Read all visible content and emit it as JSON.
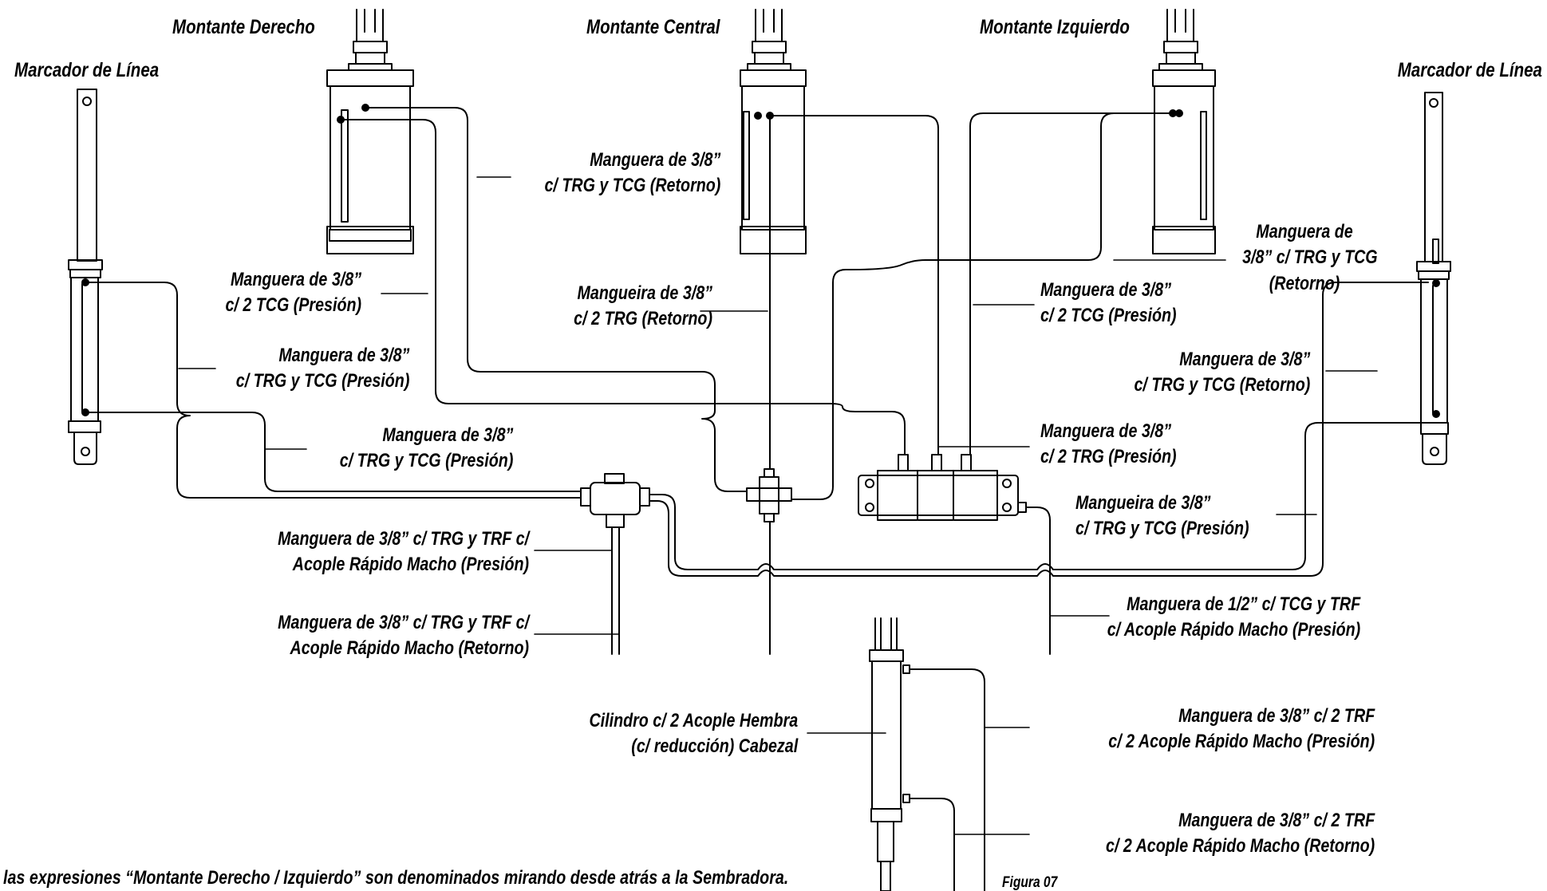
{
  "titles": {
    "marcador_izq": "Marcador de Línea",
    "montante_derecho": "Montante Derecho",
    "montante_central": "Montante Central",
    "montante_izquierdo": "Montante Izquierdo",
    "marcador_der": "Marcador de Línea"
  },
  "labels": {
    "l1": [
      "Manguera de 3/8”",
      "c/ TRG y TCG (Retorno)"
    ],
    "l2": [
      "Manguera de 3/8”",
      "c/ 2 TCG (Presión)"
    ],
    "l3": [
      "Mangueira de 3/8”",
      "c/ 2 TRG (Retorno)"
    ],
    "l4": [
      "Manguera de 3/8”",
      "c/ TRG y TCG (Presión)"
    ],
    "l5": [
      "Manguera de 3/8”",
      "c/ TRG y TCG (Presión)"
    ],
    "l6": [
      "Manguera de",
      "3/8” c/ TRG y TCG",
      "(Retorno)"
    ],
    "l7": [
      "Manguera de 3/8”",
      "c/ 2 TCG (Presión)"
    ],
    "l8": [
      "Manguera de 3/8”",
      "c/ TRG y TCG (Retorno)"
    ],
    "l9": [
      "Manguera de 3/8”",
      "c/ 2 TRG (Presión)"
    ],
    "l10": [
      "Mangueira de 3/8”",
      "c/ TRG y TCG (Presión)"
    ],
    "l11": [
      "Manguera de 3/8” c/ TRG y TRF c/",
      "Acople Rápido Macho (Presión)"
    ],
    "l12": [
      "Manguera de 3/8” c/ TRG y TRF c/",
      "Acople Rápido Macho (Retorno)"
    ],
    "l13": [
      "Manguera de 1/2” c/ TCG y TRF",
      "c/ Acople Rápido Macho (Presión)"
    ],
    "l14": [
      "Cilindro c/ 2 Acople Hembra",
      "(c/ reducción) Cabezal"
    ],
    "l15": [
      "Manguera de 3/8” c/ 2 TRF",
      "c/ 2 Acople Rápido Macho (Presión)"
    ],
    "l16": [
      "Manguera de 3/8” c/ 2 TRF",
      "c/ 2 Acople Rápido Macho (Retorno)"
    ]
  },
  "footnote": "las expresiones “Montante Derecho / Izquierdo” son denominados mirando desde atrás a la Sembradora.",
  "figure": "Figura 07"
}
